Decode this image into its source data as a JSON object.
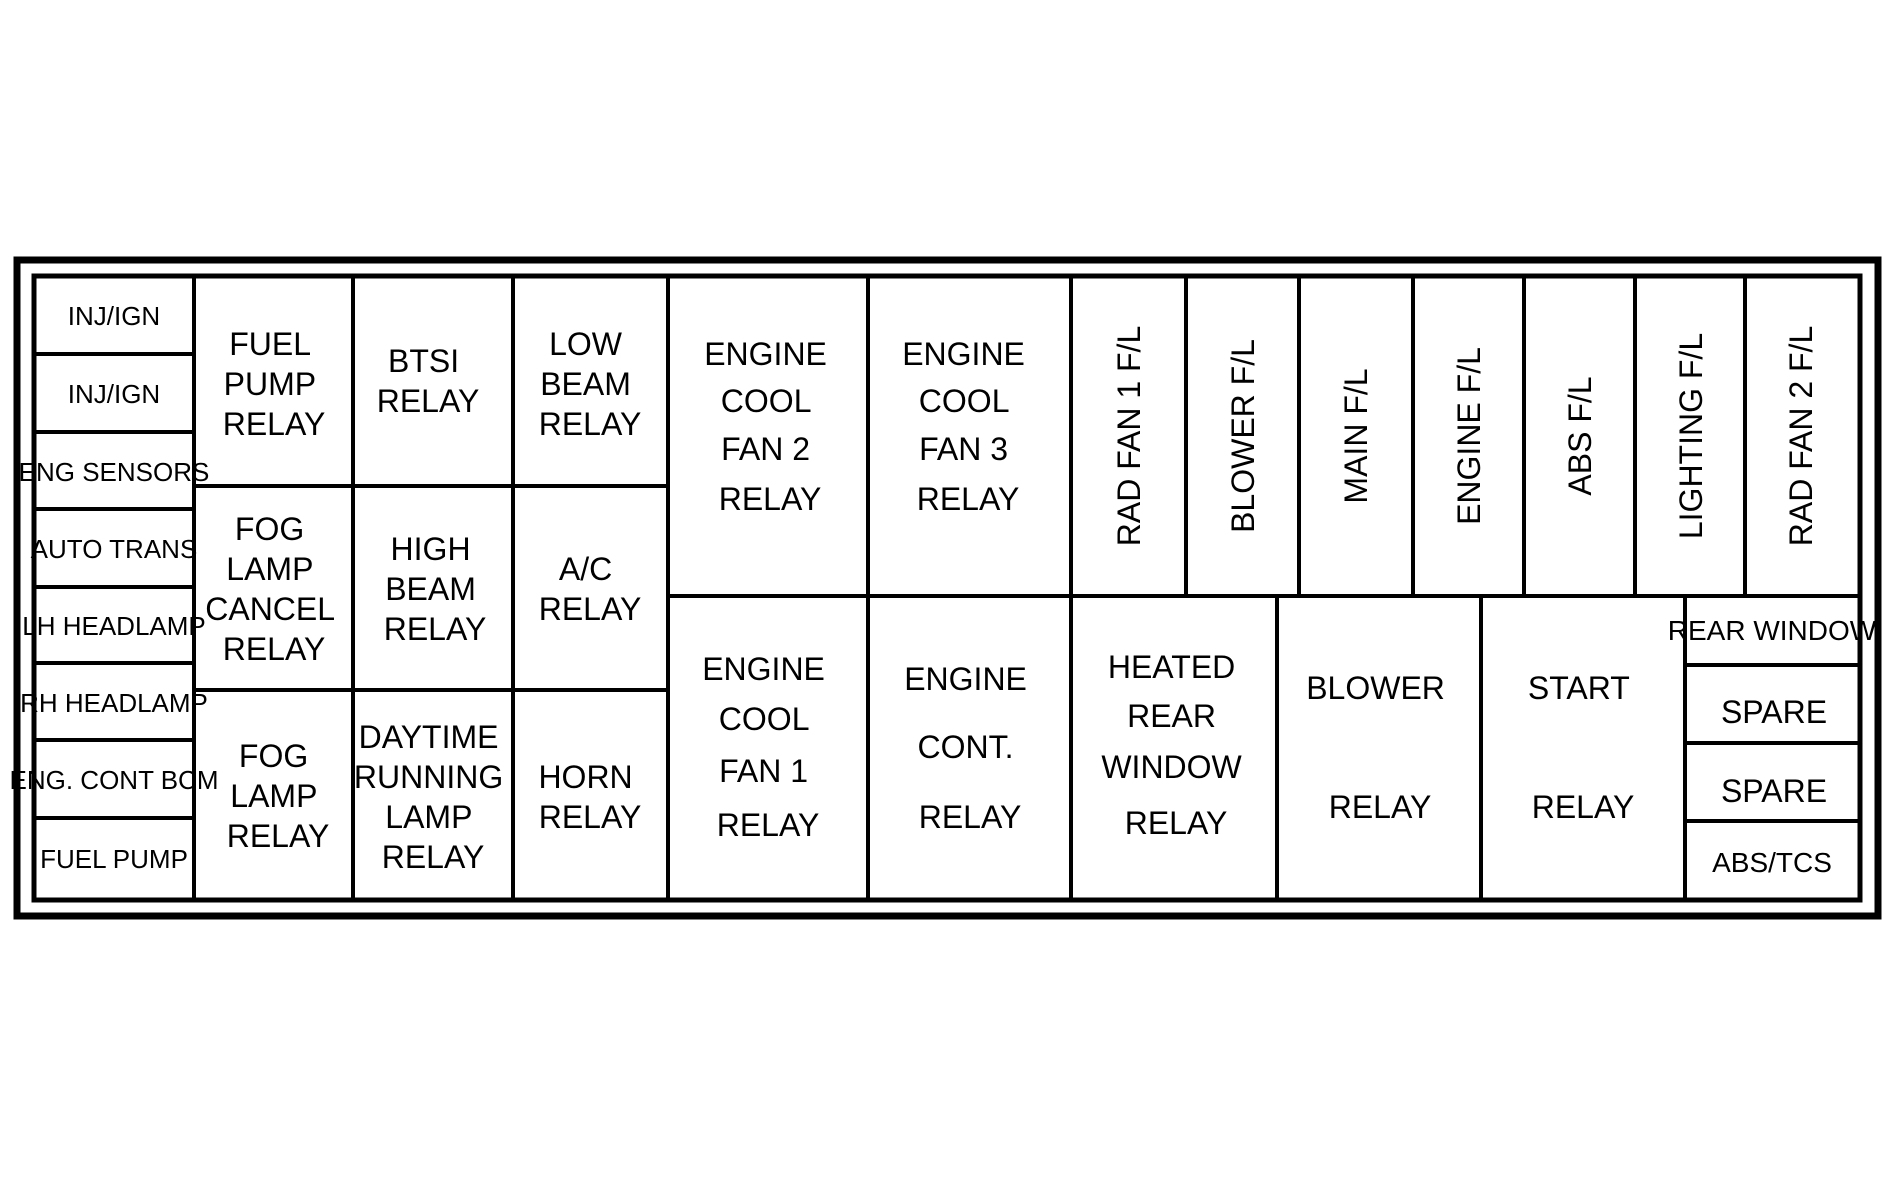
{
  "left_fuses": [
    "INJ/IGN",
    "INJ/IGN",
    "ENG SENSORS",
    "AUTO TRANS",
    "LH HEADLAMP",
    "RH HEADLAMP",
    "ENG. CONT BCM",
    "FUEL PUMP"
  ],
  "relays": {
    "fuel_pump": [
      "FUEL",
      "PUMP",
      "RELAY"
    ],
    "btsi": [
      "BTSI",
      "RELAY"
    ],
    "low_beam": [
      "LOW",
      "BEAM",
      "RELAY"
    ],
    "fog_lamp_cancel": [
      "FOG",
      "LAMP",
      "CANCEL",
      "RELAY"
    ],
    "high_beam": [
      "HIGH",
      "BEAM",
      "RELAY"
    ],
    "ac": [
      "A/C",
      "RELAY"
    ],
    "fog_lamp": [
      "FOG",
      "LAMP",
      "RELAY"
    ],
    "daytime_running_lamp": [
      "DAYTIME",
      "RUNNING",
      "LAMP",
      "RELAY"
    ],
    "horn": [
      "HORN",
      "RELAY"
    ],
    "engine_cool_fan_2": [
      "ENGINE",
      "COOL",
      "FAN 2",
      "RELAY"
    ],
    "engine_cool_fan_3": [
      "ENGINE",
      "COOL",
      "FAN 3",
      "RELAY"
    ],
    "engine_cool_fan_1": [
      "ENGINE",
      "COOL",
      "FAN 1",
      "RELAY"
    ],
    "engine_cont": [
      "ENGINE",
      "CONT.",
      "RELAY"
    ],
    "heated_rear_window": [
      "HEATED",
      "REAR",
      "WINDOW",
      "RELAY"
    ],
    "blower": [
      "BLOWER",
      "RELAY"
    ],
    "start": [
      "START",
      "RELAY"
    ]
  },
  "fusible_links": [
    "RAD FAN 1 F/L",
    "BLOWER F/L",
    "MAIN F/L",
    "ENGINE F/L",
    "ABS F/L",
    "LIGHTING F/L",
    "RAD FAN 2 F/L"
  ],
  "right_fuses": [
    "REAR WINDOW",
    "SPARE",
    "SPARE",
    "ABS/TCS"
  ]
}
